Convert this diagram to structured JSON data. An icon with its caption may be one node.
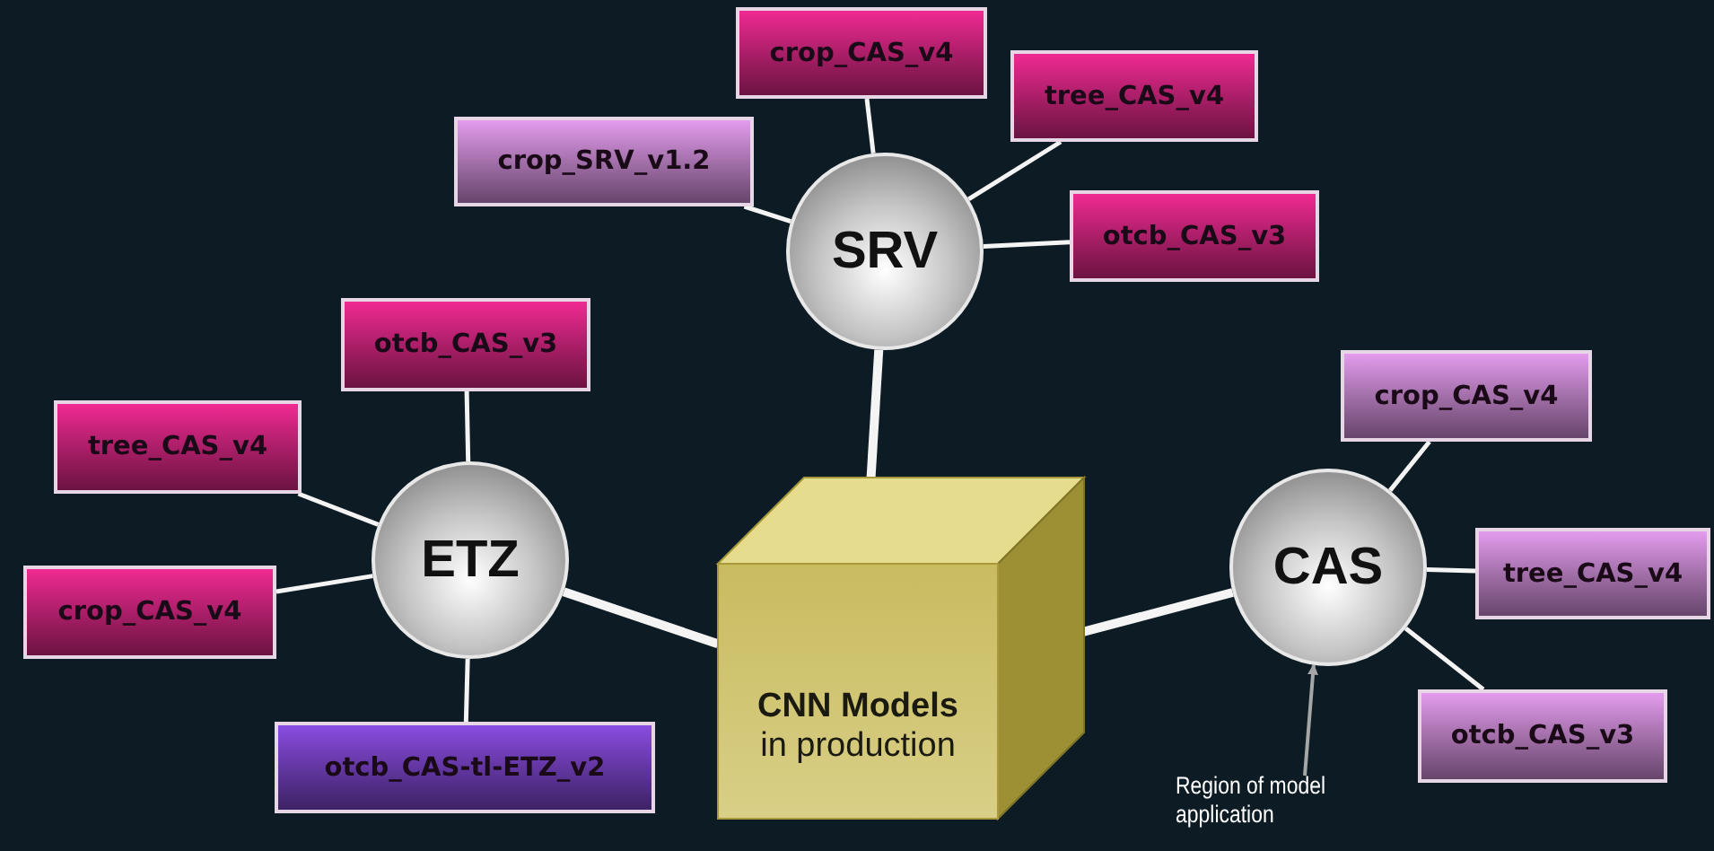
{
  "diagram": {
    "nodes": [
      {
        "text": [
          "CNN Models",
          "in production"
        ]
      },
      {
        "text": [
          "SRV"
        ]
      },
      {
        "text": [
          "crop_SRV_v1.2"
        ]
      },
      {
        "text": [
          "crop_CAS_v4"
        ]
      },
      {
        "text": [
          "tree_CAS_v4"
        ]
      },
      {
        "text": [
          "otcb_CAS_v3"
        ]
      },
      {
        "text": [
          "ETZ"
        ]
      },
      {
        "text": [
          "otcb_CAS_v3"
        ]
      },
      {
        "text": [
          "tree_CAS_v4"
        ]
      },
      {
        "text": [
          "crop_CAS_v4"
        ]
      },
      {
        "text": [
          "otcb_CAS-tl-ETZ_v2"
        ]
      },
      {
        "text": [
          "CAS"
        ]
      },
      {
        "text": [
          "crop_CAS_v4"
        ]
      },
      {
        "text": [
          "tree_CAS_v4"
        ]
      },
      {
        "text": [
          "otcb_CAS_v3"
        ]
      },
      {
        "text": [
          "Region of model application"
        ]
      }
    ],
    "edges": [
      {
        "from": 0,
        "to": 1,
        "arrow": "none",
        "style": "thick"
      },
      {
        "from": 1,
        "to": 2,
        "arrow": "none"
      },
      {
        "from": 1,
        "to": 3,
        "arrow": "none"
      },
      {
        "from": 1,
        "to": 4,
        "arrow": "none"
      },
      {
        "from": 1,
        "to": 5,
        "arrow": "none"
      },
      {
        "from": 0,
        "to": 6,
        "arrow": "none",
        "style": "thick"
      },
      {
        "from": 6,
        "to": 7,
        "arrow": "none"
      },
      {
        "from": 6,
        "to": 8,
        "arrow": "none"
      },
      {
        "from": 6,
        "to": 9,
        "arrow": "none"
      },
      {
        "from": 6,
        "to": 10,
        "arrow": "none"
      },
      {
        "from": 0,
        "to": 11,
        "arrow": "none",
        "style": "thick"
      },
      {
        "from": 11,
        "to": 12,
        "arrow": "none"
      },
      {
        "from": 11,
        "to": 13,
        "arrow": "none"
      },
      {
        "from": 11,
        "to": 14,
        "arrow": "none"
      },
      {
        "from": 15,
        "to": 11,
        "arrow": "to",
        "color": "#a6a6a6"
      }
    ]
  }
}
